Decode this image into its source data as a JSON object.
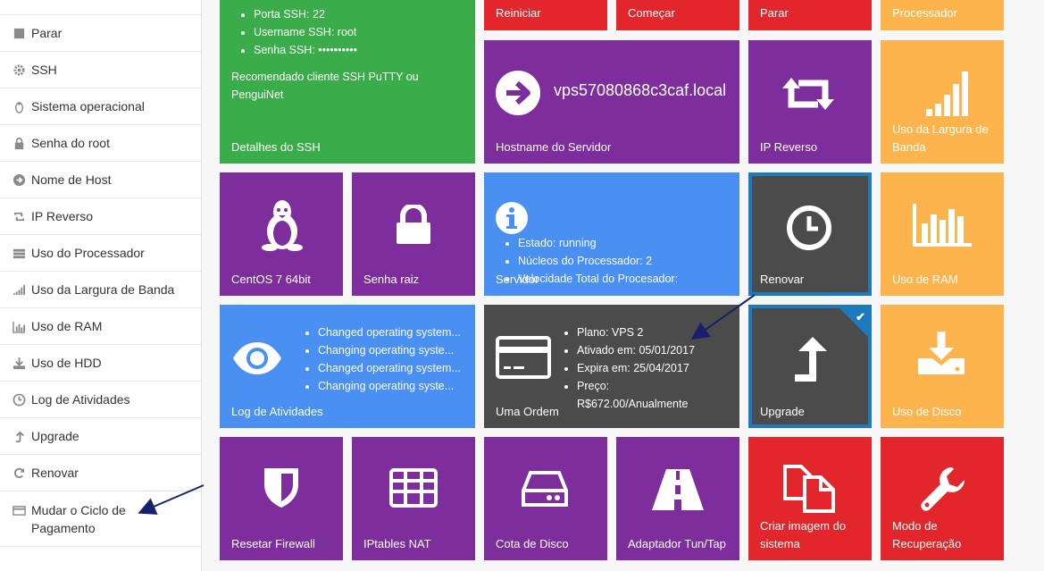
{
  "sidebar": {
    "items": [
      {
        "label": "Parar",
        "icon": "stop-icon"
      },
      {
        "label": "SSH",
        "icon": "gear-icon"
      },
      {
        "label": "Sistema operacional",
        "icon": "linux-icon"
      },
      {
        "label": "Senha do root",
        "icon": "lock-icon"
      },
      {
        "label": "Nome de Host",
        "icon": "arrow-circle-icon"
      },
      {
        "label": "IP Reverso",
        "icon": "retweet-icon"
      },
      {
        "label": "Uso do Processador",
        "icon": "processor-icon"
      },
      {
        "label": "Uso da Largura de Banda",
        "icon": "signal-bars-icon"
      },
      {
        "label": "Uso de RAM",
        "icon": "bar-chart-icon"
      },
      {
        "label": "Uso de HDD",
        "icon": "download-icon"
      },
      {
        "label": "Log de Atividades",
        "icon": "clock-icon"
      },
      {
        "label": "Upgrade",
        "icon": "upgrade-arrow-icon"
      },
      {
        "label": "Renovar",
        "icon": "refresh-icon"
      },
      {
        "label": "Mudar o Ciclo de Pagamento",
        "icon": "credit-card-icon"
      }
    ]
  },
  "tiles": {
    "ssh": {
      "items": [
        "Porta SSH: 22",
        "Username SSH: root",
        "Senha SSH: ••••••••••"
      ],
      "note": "Recomendado cliente SSH PuTTY ou PenguiNet",
      "label": "Detalhes do SSH"
    },
    "reiniciar": {
      "label": "Reiniciar"
    },
    "comecar": {
      "label": "Começar"
    },
    "parar": {
      "label": "Parar"
    },
    "processador": {
      "label": "Processador"
    },
    "hostname": {
      "value": "vps57080868c3caf.local",
      "label": "Hostname do Servidor"
    },
    "ip_reverso": {
      "label": "IP Reverso"
    },
    "bandwidth": {
      "label": "Uso da Largura de Banda"
    },
    "os": {
      "label": "CentOS 7 64bit"
    },
    "senha_raiz": {
      "label": "Senha raiz"
    },
    "servidor": {
      "items": [
        "Estado: running",
        "Núcleos do Processador: 2",
        "Velocidade Total do Procesador:"
      ],
      "label": "Servidor"
    },
    "renovar": {
      "label": "Renovar"
    },
    "ram": {
      "label": "Uso de RAM"
    },
    "log": {
      "items": [
        "Changed operating system...",
        "Changing operating syste...",
        "Changed operating system...",
        "Changing operating syste..."
      ],
      "label": "Log de Atividades"
    },
    "ordem": {
      "items": [
        "Plano: VPS 2",
        "Ativado em: 05/01/2017",
        "Expira em: 25/04/2017",
        "Preço:",
        "R$672.00/Anualmente"
      ],
      "label": "Uma Ordem"
    },
    "upgrade": {
      "label": "Upgrade"
    },
    "disco": {
      "label": "Uso de Disco"
    },
    "firewall": {
      "label": "Resetar Firewall"
    },
    "iptables": {
      "label": "IPtables NAT"
    },
    "cota": {
      "label": "Cota de Disco"
    },
    "tuntap": {
      "label": "Adaptador Tun/Tap"
    },
    "imagem": {
      "label": "Criar imagem do sistema"
    },
    "recuperacao": {
      "label": "Modo de Recuperação"
    }
  },
  "colors": {
    "green": "#3aac4a",
    "purple": "#7d2e9c",
    "red": "#e2262b",
    "orange": "#fdb44c",
    "blue": "#4a8ff2",
    "dark": "#4b4b4b",
    "selected_border": "#1e7abf"
  }
}
